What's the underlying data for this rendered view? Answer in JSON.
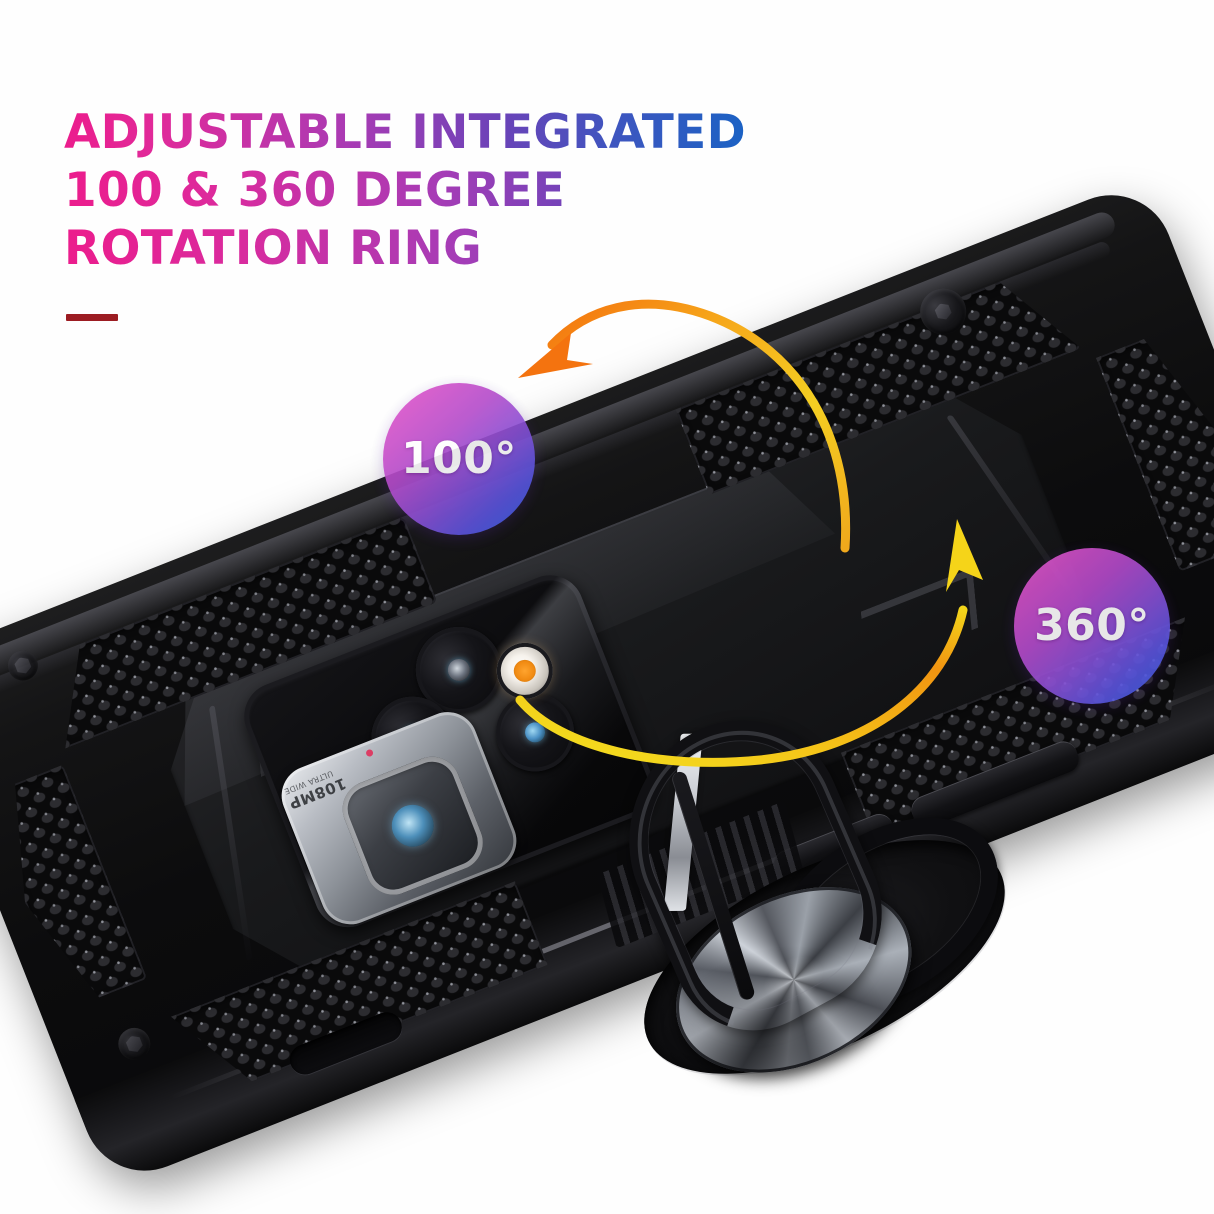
{
  "headline": {
    "line1": "ADJUSTABLE INTEGRATED",
    "line2": "100 & 360 DEGREE",
    "line3": "ROTATION RING",
    "gradient_start": "#ec1c8c",
    "gradient_end": "#1a62c4",
    "accent_rule_color": "#9c1c22"
  },
  "badges": {
    "tilt": {
      "label": "100°",
      "gradient_start": "#e55fd0",
      "gradient_end": "#2f5fe0"
    },
    "rotation": {
      "label": "360°",
      "gradient_start": "#e55fd0",
      "gradient_end": "#2f5fe0"
    }
  },
  "arrows": {
    "tilt_arc": {
      "name": "tilt-arrow",
      "color_start": "#f4d22a",
      "color_end": "#f47b16",
      "direction": "counter-clockwise-up-left"
    },
    "rotation_arc": {
      "name": "rotation-arrow",
      "color_start": "#f2e02a",
      "color_end": "#f08c12",
      "direction": "clockwise-up-right"
    }
  },
  "product": {
    "type": "rugged-phone-case-with-ring-holder",
    "body_color": "#0c0c0d",
    "texture": "honeycomb-dot-grid",
    "ring_finish": "brushed-metal",
    "camera": {
      "megapixel_label": "108MP",
      "sub_label": "ULTRA WIDE",
      "lens_count": 4,
      "flash_color": "#f08a12"
    },
    "controls": [
      "power-button",
      "volume-button",
      "charging-port"
    ]
  },
  "background": "#ffffff"
}
